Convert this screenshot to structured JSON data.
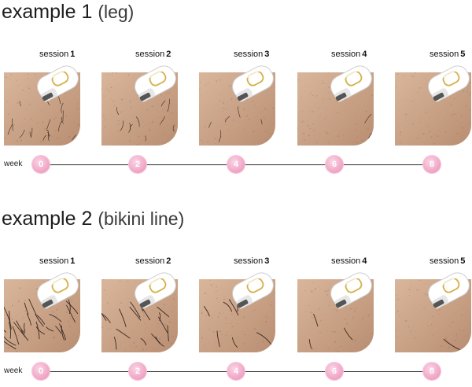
{
  "examples": [
    {
      "title": "example 1",
      "subtitle": "(leg)",
      "sessions": [
        {
          "word": "session",
          "num": "1"
        },
        {
          "word": "session",
          "num": "2"
        },
        {
          "word": "session",
          "num": "3"
        },
        {
          "word": "session",
          "num": "4"
        },
        {
          "word": "session",
          "num": "5"
        }
      ],
      "timeline": {
        "label": "week",
        "weeks": [
          "0",
          "2",
          "4",
          "6",
          "8"
        ]
      }
    },
    {
      "title": "example 2",
      "subtitle": "(bikini line)",
      "sessions": [
        {
          "word": "session",
          "num": "1"
        },
        {
          "word": "session",
          "num": "2"
        },
        {
          "word": "session",
          "num": "3"
        },
        {
          "word": "session",
          "num": "4"
        },
        {
          "word": "session",
          "num": "5"
        }
      ],
      "timeline": {
        "label": "week",
        "weeks": [
          "0",
          "2",
          "4",
          "6",
          "8"
        ]
      }
    }
  ],
  "colors": {
    "skin_light": "#d9b69b",
    "skin_dark": "#b98e72",
    "hair": "#3b2a22",
    "week_dot": "#f1a9c8",
    "device_body": "#ffffff",
    "device_ring": "#d4b14a"
  }
}
